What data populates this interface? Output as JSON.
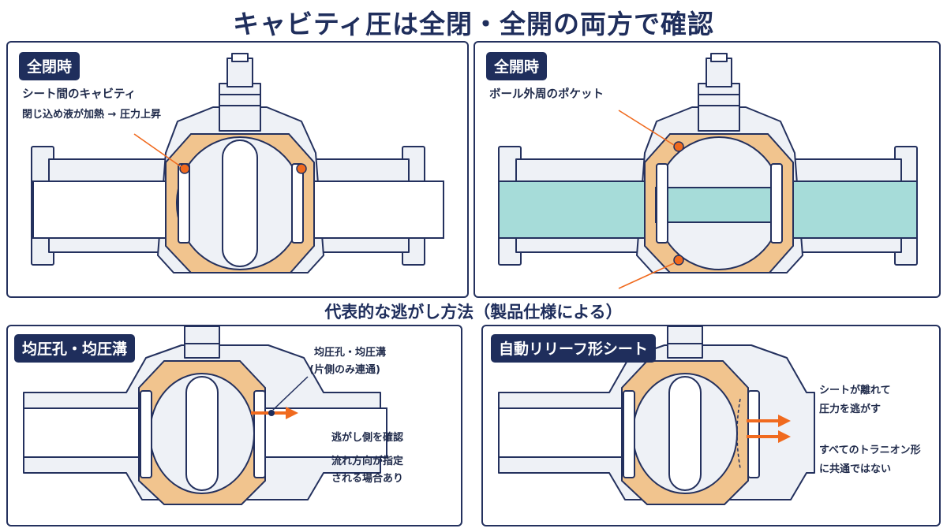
{
  "title": "キャビティ圧は全閉・全開の両方で確認",
  "subtitle": "代表的な逃がし方法（製品仕様による）",
  "colors": {
    "navy": "#1f2e5c",
    "body_fill": "#eef1f6",
    "seat_orange": "#f1c48e",
    "arrow_orange": "#f06a1e",
    "flow_teal": "#a6dcd9"
  },
  "panels": {
    "closed": {
      "badge": "全閉時",
      "note_line1": "シート間のキャビティ",
      "note_line2": "閉じ込め液が加熱 → 圧力上昇"
    },
    "open": {
      "badge": "全開時",
      "note_line1": "ボール外周のポケット"
    },
    "equalize": {
      "badge": "均圧孔・均圧溝",
      "callout_line1": "均圧孔・均圧溝",
      "callout_line2": "(片側のみ連通)",
      "note_line1": "逃がし側を確認",
      "note_line2": "流れ方向が指定",
      "note_line3": "される場合あり"
    },
    "relief": {
      "badge": "自動リリーフ形シート",
      "note_line1": "シートが離れて",
      "note_line2": "圧力を逃がす",
      "note_line3": "すべてのトラニオン形",
      "note_line4": "に共通ではない"
    }
  }
}
